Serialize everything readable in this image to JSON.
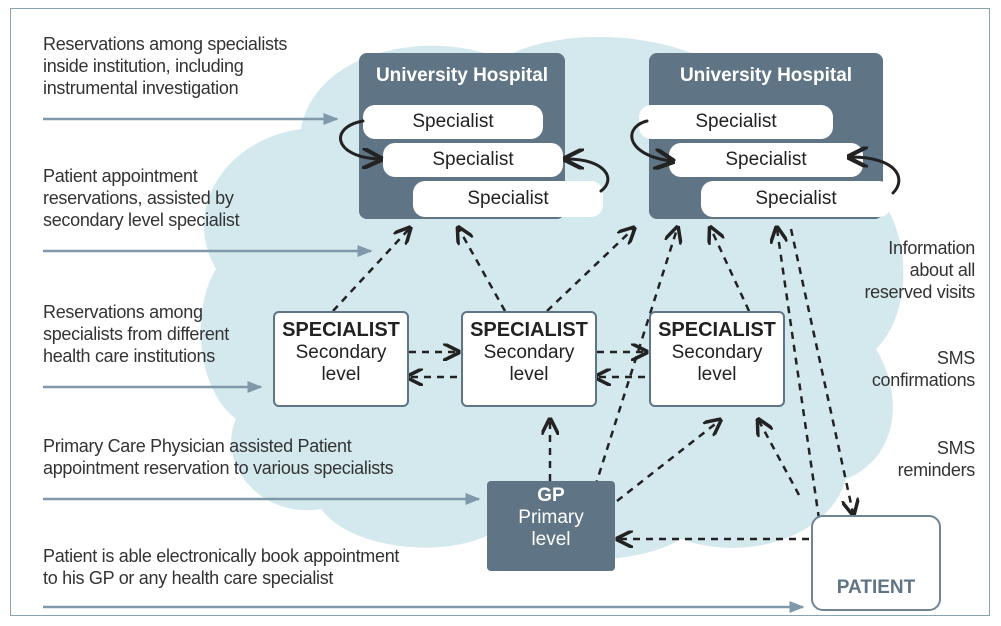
{
  "left_labels": [
    "Reservations among specialists\ninside institution, including\ninstrumental investigation",
    "Patient appointment\nreservations, assisted by\nsecondary level specialist",
    "Reservations among\nspecialists from different\nhealth care institutions",
    "Primary Care Physician assisted  Patient\nappointment reservation  to various specialists",
    "Patient is able electronically  book appointment\nto his GP or any health care specialist"
  ],
  "right_labels": [
    "Information\nabout all\nreserved visits",
    "SMS\nconfirmations",
    "SMS\nreminders"
  ],
  "hospitals": [
    {
      "title": "University Hospital",
      "specialists": [
        "Specialist",
        "Specialist",
        "Specialist"
      ]
    },
    {
      "title": "University Hospital",
      "specialists": [
        "Specialist",
        "Specialist",
        "Specialist"
      ]
    }
  ],
  "secondary_nodes": [
    {
      "title": "SPECIALIST",
      "subtitle": "Secondary\nlevel"
    },
    {
      "title": "SPECIALIST",
      "subtitle": "Secondary\nlevel"
    },
    {
      "title": "SPECIALIST",
      "subtitle": "Secondary\nlevel"
    }
  ],
  "gp_node": {
    "title": "GP",
    "subtitle": "Primary\nlevel"
  },
  "patient_node": {
    "title": "PATIENT",
    "icon": "person-icon"
  },
  "colors": {
    "cloud": "#d4e9ee",
    "hospital": "#5f7484",
    "line": "#7f99aa",
    "arrow": "#222222"
  }
}
